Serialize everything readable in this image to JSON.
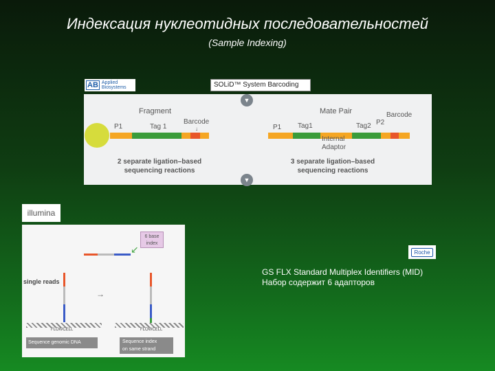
{
  "title": "Индексация нуклеотидных последовательностей",
  "subtitle": "(Sample Indexing)",
  "applied": {
    "logo_mark": "AB",
    "logo_line1": "Applied",
    "logo_line2": "Biosystems",
    "banner": "SOLiD™ System Barcoding",
    "fragment": {
      "heading": "Fragment",
      "p1": "P1",
      "tag1": "Tag 1",
      "barcode": "Barcode",
      "note_line1": "2 separate ligation–based",
      "note_line2": "sequencing reactions"
    },
    "mate": {
      "heading": "Mate Pair",
      "p1": "P1",
      "tag1": "Tag1",
      "tag2": "Tag2",
      "p2": "P2",
      "barcode": "Barcode",
      "internal1": "Internal",
      "internal2": "Adaptor",
      "note_line1": "3 separate ligation–based",
      "note_line2": "sequencing reactions"
    }
  },
  "illumina": {
    "logo": "illumina",
    "index_label1": "6 base",
    "index_label2": "index",
    "single_reads": "single reads",
    "flowcell1": "FLOWCELL",
    "flowcell2": "FLOWCELL",
    "box1": "Sequence genomic DNA",
    "box2_line1": "Sequence index",
    "box2_line2": "on same strand"
  },
  "roche": {
    "logo": "Roche",
    "line1": "GS FLX Standard Multiplex Identifiers (MID)",
    "line2": "Набор содержит  6 адапторов"
  },
  "colors": {
    "orange": "#f5a623",
    "green": "#3a9c3a",
    "red_orange": "#e8562a",
    "lime": "#d6dc3c"
  }
}
